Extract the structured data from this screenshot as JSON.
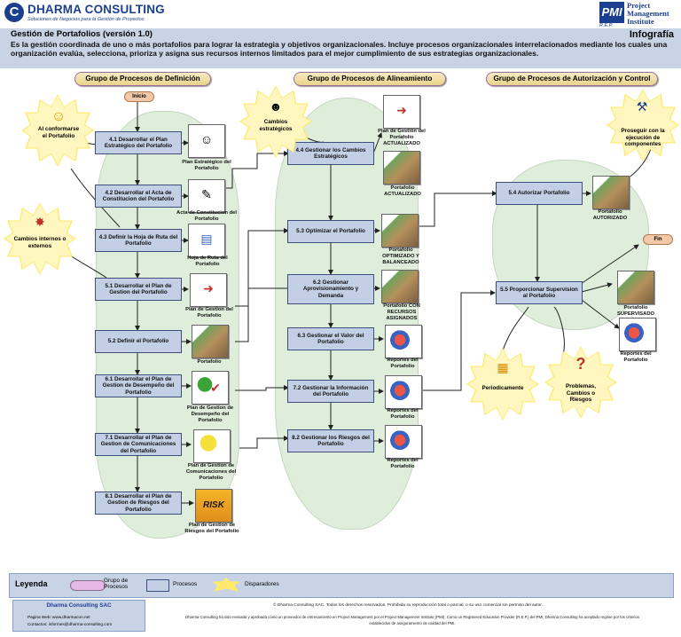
{
  "header": {
    "company": "DHARMA CONSULTING",
    "tagline": "Soluciones de Negocios para la Gestión de Proyectos",
    "pmi_name": [
      "Project",
      "Management",
      "Institute"
    ],
    "pmi_mark": "PMI",
    "rep": "R.E.P."
  },
  "title": "Gestión de Portafolios (versión 1.0)",
  "infografia": "Infografía",
  "description": "Es la gestión coordinada de uno o más portafolios para lograr la estrategia y objetivos organizacionales. Incluye procesos organizacionales interrelacionados mediante los cuales una organización evalúa, selecciona, prioriza y asigna sus recursos internos limitados para el mejor cumplimiento de sus estrategias organizacionales.",
  "groups": {
    "definicion": "Grupo de Procesos de Definición",
    "alineamiento": "Grupo de Procesos de Alineamiento",
    "autorizacion": "Grupo de Procesos de Autorización y Control"
  },
  "terminals": {
    "inicio": "Inicio",
    "fin": "Fin"
  },
  "processes": {
    "p41": "4.1 Desarrollar el Plan Estratégico del Portafolio",
    "p42": "4.2 Desarrollar el Acta de Constitucion del Portafolio",
    "p43": "4.3 Definir la Hoja de Ruta del Portafolio",
    "p51": "5.1 Desarrollar el Plan de Gestion del Portafolio",
    "p52": "5.2 Definir el Portafolio",
    "p61": "6.1 Desarrollar el Plan de Gestion de Desempeño del Portafolio",
    "p71": "7.1 Desarrollar el Plan de Gestion de Comunicaciones del Portafolio",
    "p81": "8.1 Desarrollar el Plan de Gestion de Riesgos del Portafolio",
    "p44": "4.4 Gestionar los Cambios Estratégicos",
    "p53": "5.3 Optimizar el Portafolio",
    "p62": "6.2 Gestionar Aprovisionamiento y Demanda",
    "p63": "6.3 Gestionar el Valor del Portafolio",
    "p72": "7.2 Gestionar la Información del Portafolio",
    "p82": "8.2 Gestionar los Riesgos del Portafolio",
    "p54": "5.4 Autorizar Portafolio",
    "p55": "5.5 Proporcionar Supervision al Portafolio"
  },
  "outputs": {
    "o41": "Plan Estratégico del Portafolio",
    "o42": "Acta de Constitucion del Portafolio",
    "o43": "Hoja de Ruta del Portafolio",
    "o51": "Plan de Gestion del Portafolio",
    "o52": "Portafolio",
    "o61": "Plan de Gestion de Desempeño del Portafolio",
    "o71": "Plan de Gestion de Comunicaciones del Portafolio",
    "o81": "Plan de Gestion de Riesgos del Portafolio",
    "o44a": "Plan de Gestión del Portafolio ACTUALIZADO",
    "o44b": "Portafolio ACTUALIZADO",
    "o53": "Portafolio OPTIMIZADO Y BALANCEADO",
    "o62": "Portafolio CON RECURSOS ASIGNADOS",
    "o63": "Reportes del Portafolio",
    "o72": "Reportes del Portafolio",
    "o82": "Reportes del Portafolio",
    "o54": "Portafolio AUTORIZADO",
    "o55a": "Portafolio SUPERVISADO",
    "o55b": "Reportes del Portafolio"
  },
  "triggers": {
    "conformarse": "Al conformarse el Portafolio",
    "cambios_internos": "Cambios internos o externos",
    "cambios_estrategicos": "Cambios estratégicos",
    "proseguir": "Proseguir con la ejecución de componentes",
    "periodicamente": "Periodicamente",
    "problemas": "Problemas, Cambios o Riesgos"
  },
  "icons": {
    "risk_text": "RISK"
  },
  "legend": {
    "title": "Leyenda",
    "grupo": "Grupo de Procesos",
    "procesos": "Procesos",
    "disparadores": "Disparadores"
  },
  "contact": {
    "title": "Dharma Consulting SAC",
    "web": "Pagina Web:  www.dharmacon.net",
    "email": "Contactos:     informes@dharma-consulting.com"
  },
  "footer": {
    "line1": "© Dharma Consulting SAC. Todos los derechos reservados. Prohibida su reproducción total o parcial, o su uso comercial sin permiso del autor.",
    "line2": "Dharma Consulting ha sido revisada y aprobada como un proveedor de entrenamiento en Project Management por el Project Management Institute (PMI). Como un Registered Education Provider (R.E.P.) del PMI, Dharma Consulting ha aceptado regirse por los criterios",
    "line3": "establecidos de aseguramiento de calidad del PMI."
  },
  "colors": {
    "group_fill": "#dfeedb",
    "process_fill": "#c3cfe4",
    "process_border": "#3d4f7a",
    "trigger": "#ffe96a",
    "header_band": "#c8d3e6",
    "brand": "#1b3f8e"
  }
}
